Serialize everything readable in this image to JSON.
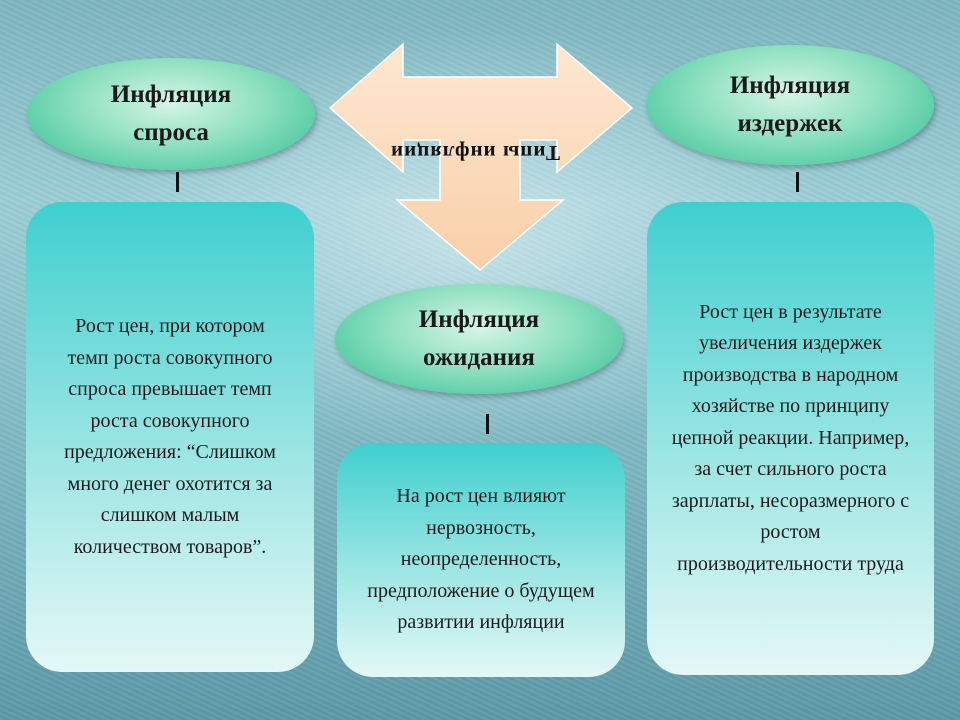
{
  "arrow": {
    "label": "Типы инфляции",
    "fill_color": "#fbd9b9"
  },
  "types": [
    {
      "title": "Инфляция спроса",
      "description": "Рост цен, при котором темп роста совокупного спроса превышает темп роста совокупного предложения: “Слишком много денег охотится за слишком малым количеством товаров”."
    },
    {
      "title": "Инфляция ожидания",
      "description": "На рост цен влияют нервозность, неопределенность, предположение о будущем развитии инфляции"
    },
    {
      "title": "Инфляция издержек",
      "description": "Рост цен в результате увеличения издержек производства в народном хозяйстве по принципу цепной реакции. Например, за счет сильного роста зарплаты, несоразмерного с ростом производительности труда"
    }
  ],
  "colors": {
    "ellipse_fill": "#2fbf93",
    "box_fill": "#3fcfcf"
  }
}
